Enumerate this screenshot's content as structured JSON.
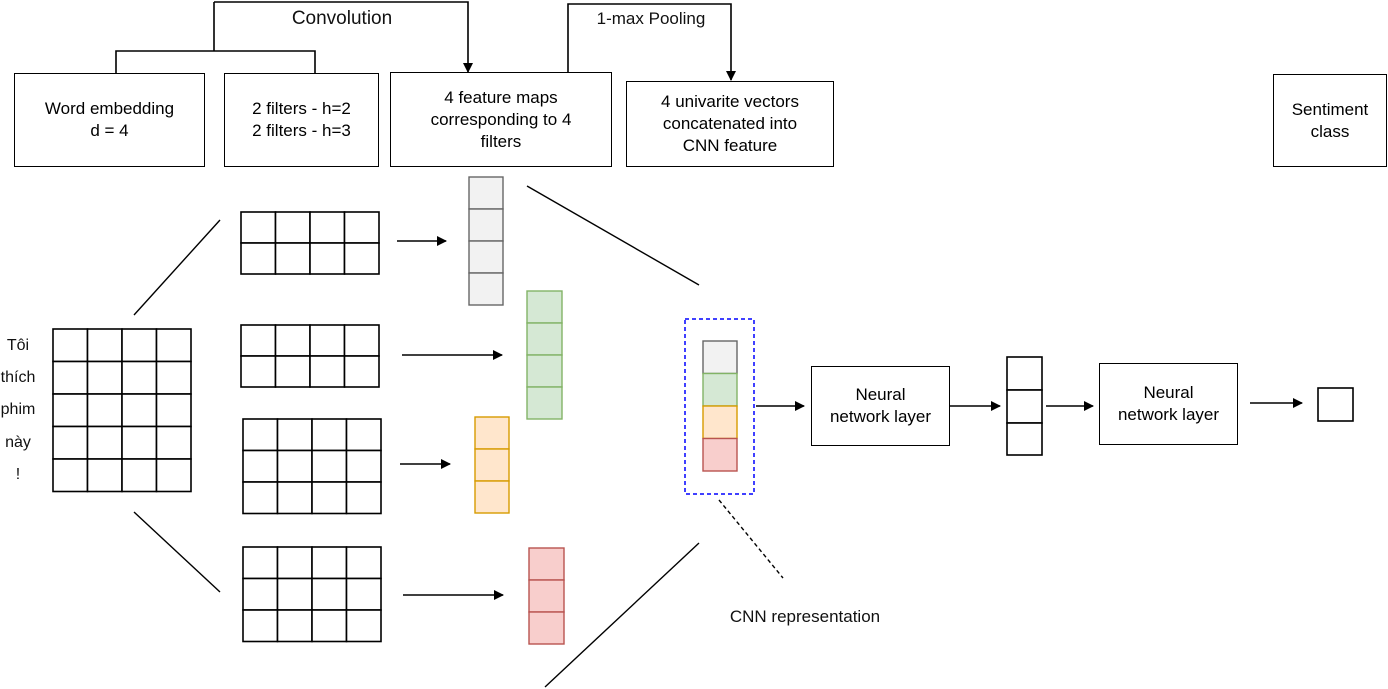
{
  "headers": {
    "convolution": "Convolution",
    "pooling": "1-max Pooling",
    "word_embedding": "Word embedding\nd = 4",
    "filters": "2 filters - h=2\n2 filters - h=3",
    "feature_maps": "4 feature maps\ncorresponding to 4\nfilters",
    "univariate": "4 univarite vectors\nconcatenated into\nCNN feature",
    "sentiment": "Sentiment\nclass"
  },
  "sentence": [
    "Tôi",
    "thích",
    "phim",
    "này",
    "!"
  ],
  "network": {
    "layer1": "Neural\nnetwork layer",
    "layer2": "Neural\nnetwork layer"
  },
  "cnn_representation": "CNN representation",
  "colors": {
    "gray_fill": "#f2f2f2",
    "gray_stroke": "#666666",
    "green_fill": "#d5e8d4",
    "green_stroke": "#82b366",
    "orange_fill": "#ffe6cc",
    "orange_stroke": "#d79b00",
    "red_fill": "#f8cecc",
    "red_stroke": "#b85450",
    "dashed_border": "#0000ff"
  }
}
